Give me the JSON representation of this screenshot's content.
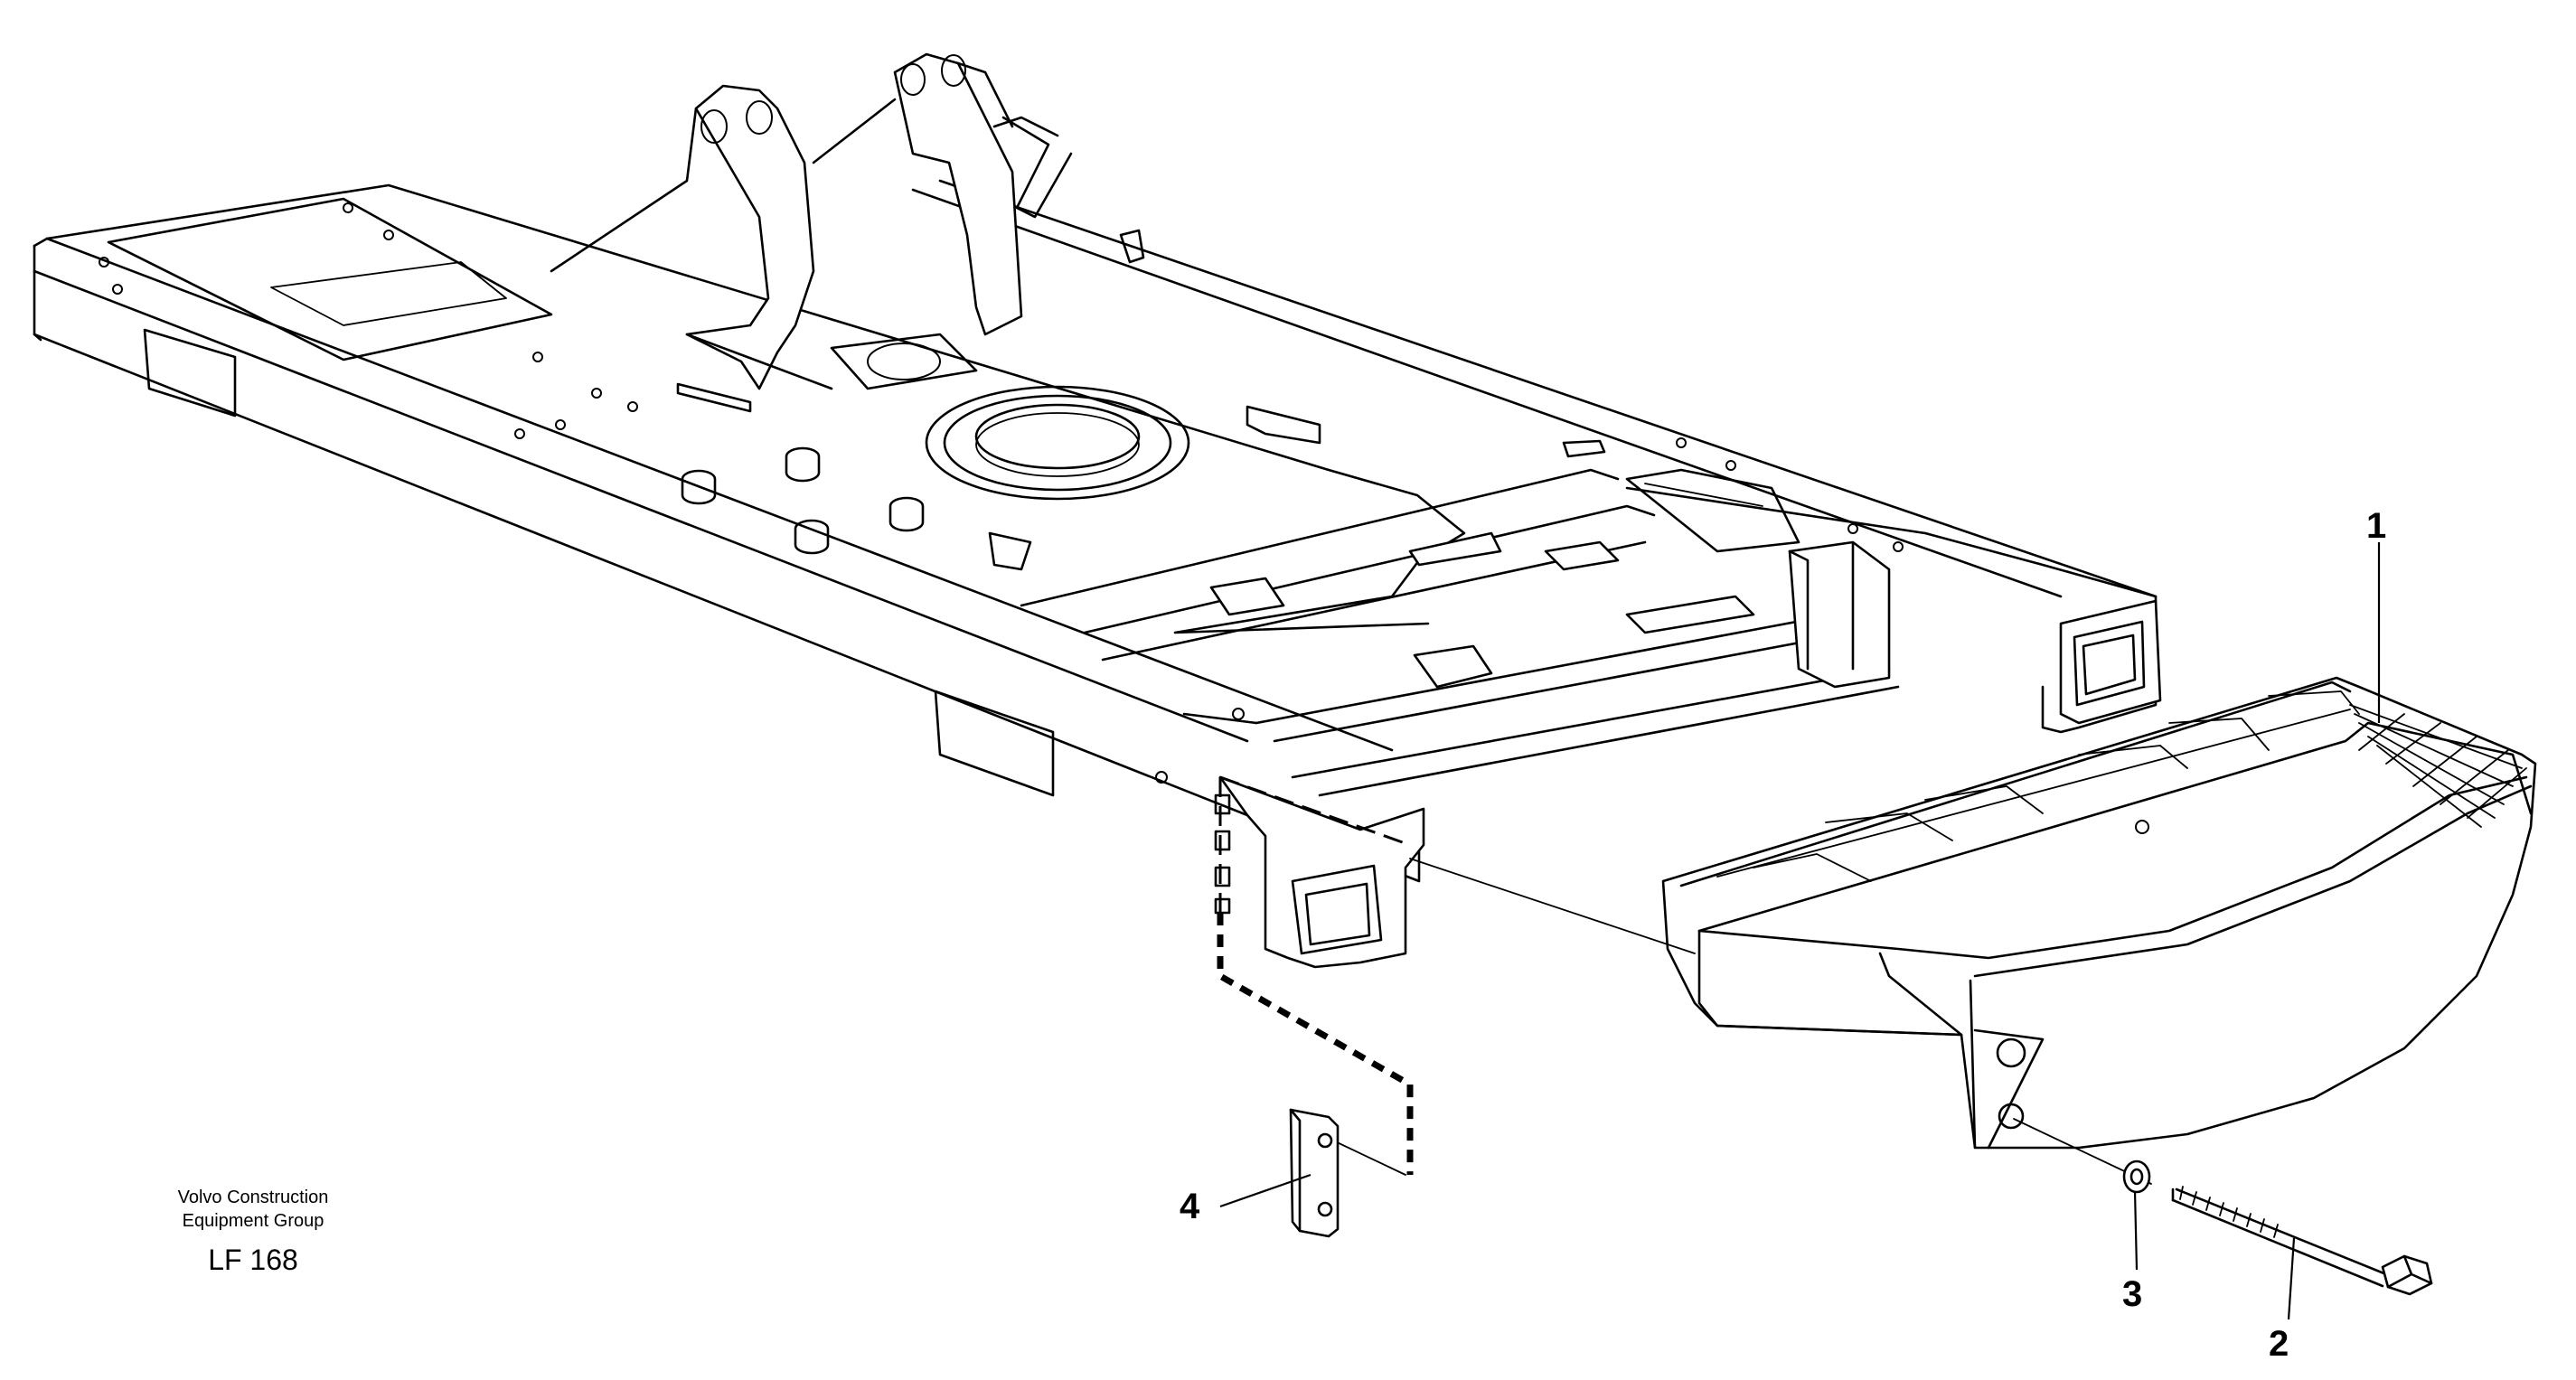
{
  "publisher": {
    "line1": "Volvo Construction",
    "line2": "Equipment Group"
  },
  "figure_code": "LF 168",
  "callouts": [
    {
      "id": "1",
      "label": "1"
    },
    {
      "id": "2",
      "label": "2"
    },
    {
      "id": "3",
      "label": "3"
    },
    {
      "id": "4",
      "label": "4"
    }
  ]
}
